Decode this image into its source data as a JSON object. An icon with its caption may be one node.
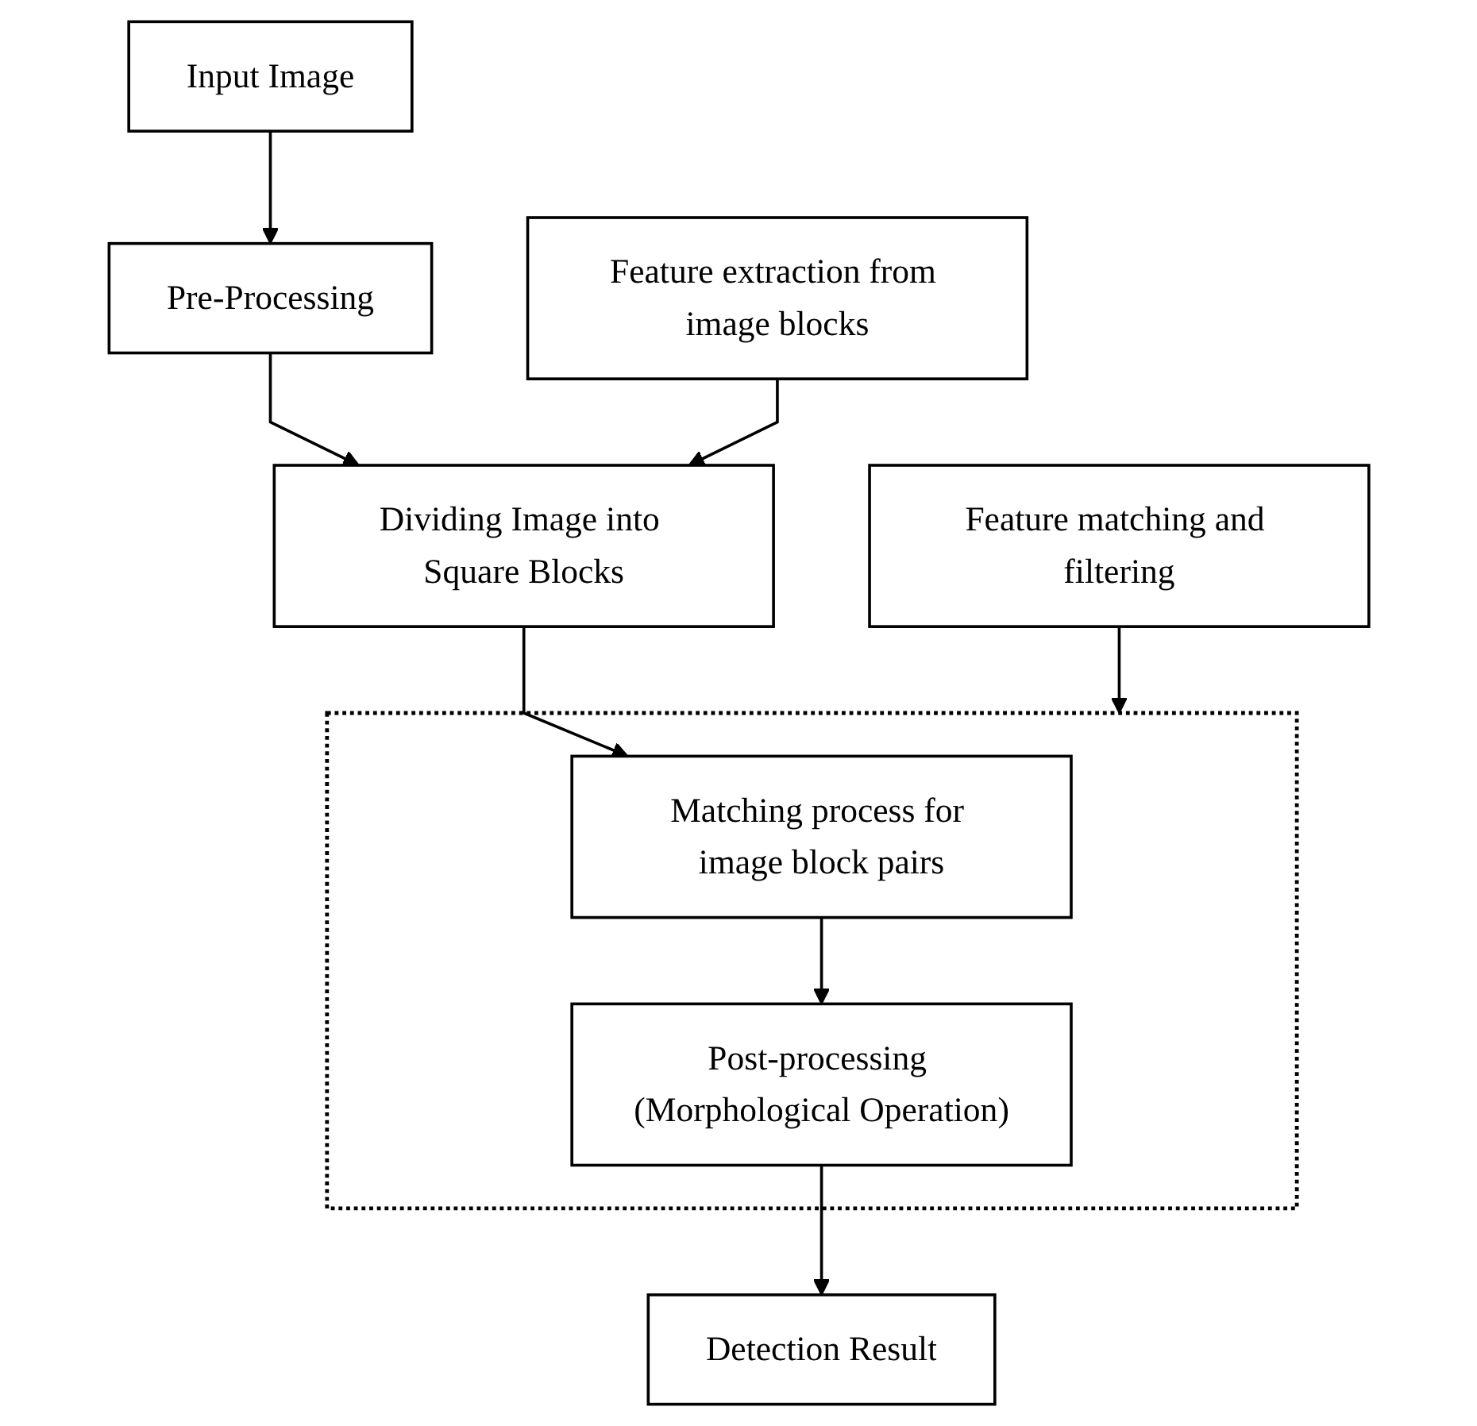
{
  "diagram": {
    "nodes": [
      {
        "text": [
          "Input Image"
        ]
      },
      {
        "text": [
          "Pre-Processing"
        ]
      },
      {
        "text": [
          "Feature extraction from image blocks"
        ]
      },
      {
        "text": [
          "Dividing Image into Square Blocks"
        ]
      },
      {
        "text": [
          "Feature matching and filtering"
        ]
      },
      {
        "text": [],
        "shape": "box"
      },
      {
        "text": [
          "Matching process for image block pairs"
        ],
        "in": 5
      },
      {
        "text": [
          "Post-processing (Morphological Operation)"
        ],
        "in": 5
      },
      {
        "text": [
          "Detection Result"
        ]
      }
    ],
    "edges": [
      {
        "from": 0,
        "to": 1,
        "arrow": "to"
      },
      {
        "from": 1,
        "to": 3,
        "arrow": "to"
      },
      {
        "from": 2,
        "to": 3,
        "arrow": "to"
      },
      {
        "from": 3,
        "to": 6,
        "arrow": "to"
      },
      {
        "from": 4,
        "to": 5,
        "arrow": "to"
      },
      {
        "from": 6,
        "to": 7,
        "arrow": "to"
      },
      {
        "from": 7,
        "to": 8,
        "arrow": "to"
      }
    ]
  }
}
